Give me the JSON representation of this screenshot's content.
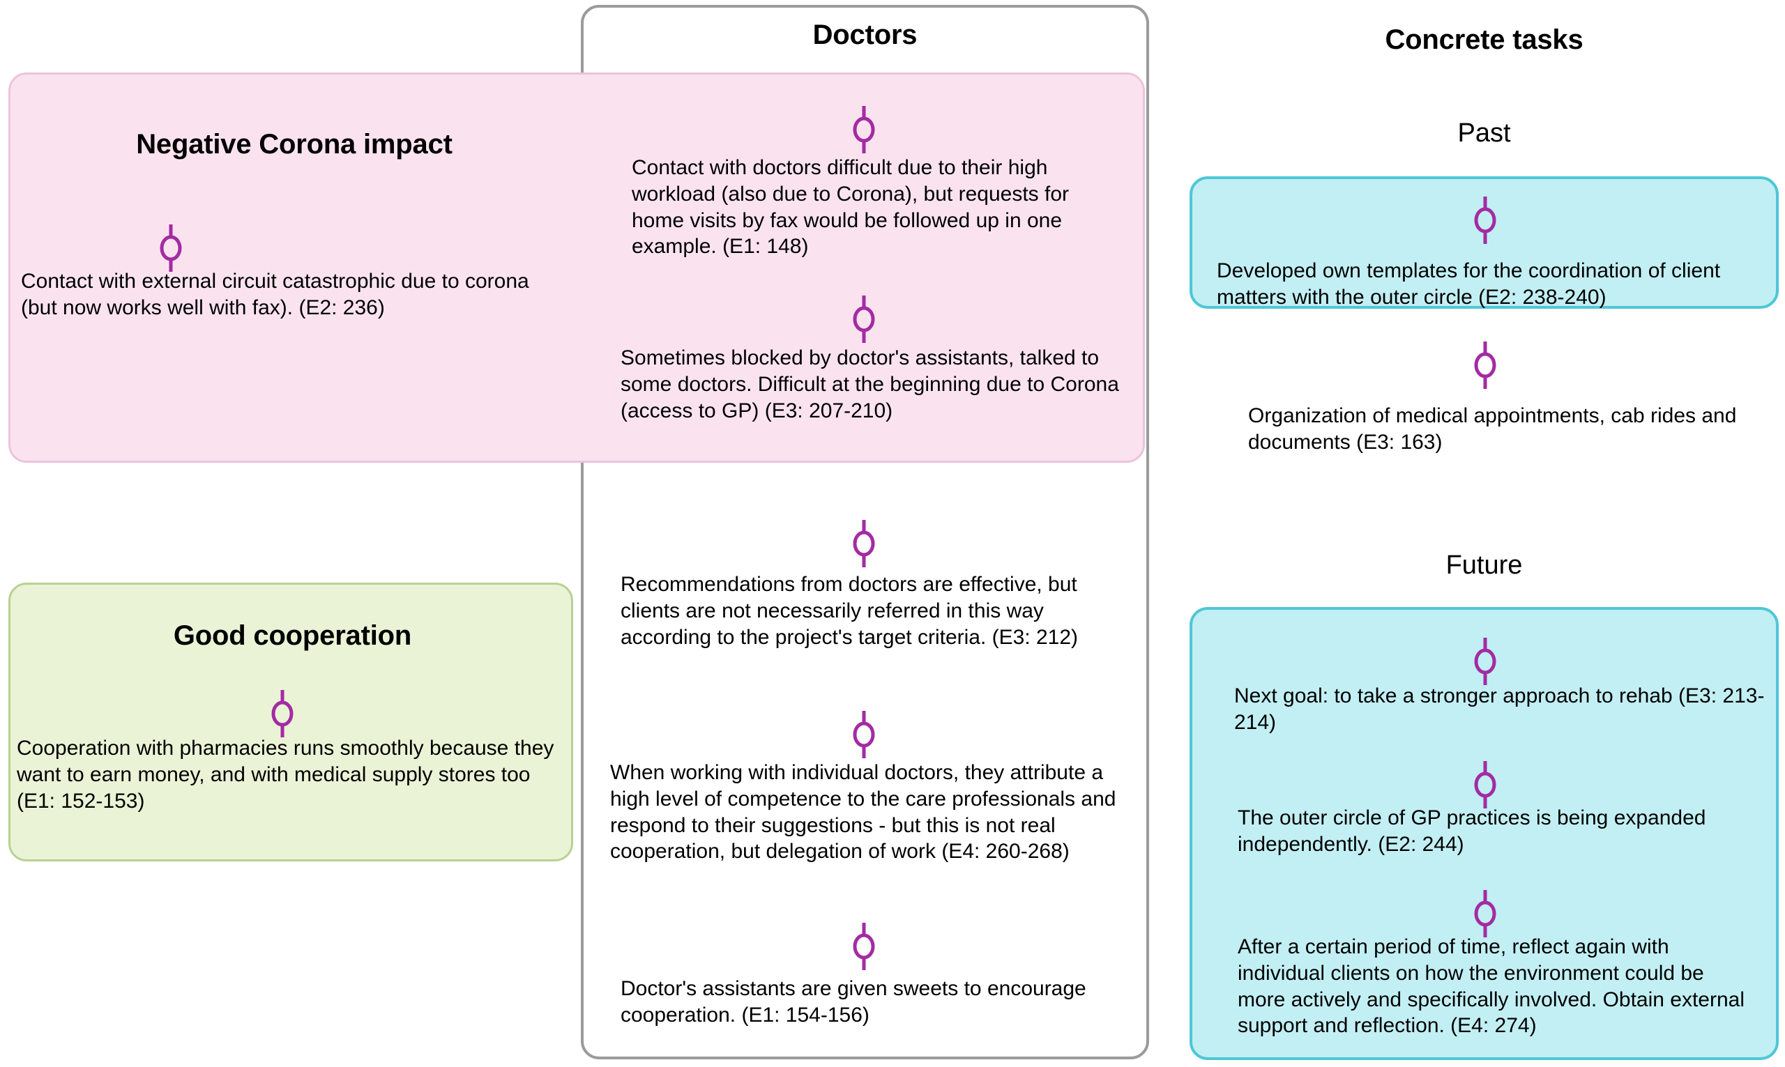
{
  "colors": {
    "pink_fill": "#fae3ef",
    "pink_border": "#ecc3dc",
    "green_fill": "#eaf3d6",
    "green_border": "#b7d191",
    "cyan_fill": "#c2eff4",
    "cyan_border": "#4ec7d6",
    "grey_border": "#9b9b9b",
    "node_purple": "#a32ba3",
    "text": "#000000",
    "background": "#ffffff"
  },
  "left_column": {
    "negative_corona": {
      "title": "Negative Corona impact",
      "statements": [
        "Contact with external circuit catastrophic due to corona (but now works well with fax). (E2: 236)"
      ]
    },
    "good_cooperation": {
      "title": "Good cooperation",
      "statements": [
        "Cooperation with pharmacies runs smoothly because they want to earn money, and with medical supply stores too (E1: 152-153)"
      ]
    }
  },
  "doctors": {
    "title": "Doctors",
    "statements": [
      "Contact with doctors difficult due to their high workload (also due to Corona), but requests for home visits by fax would be followed up in one example. (E1: 148)",
      "Sometimes blocked by doctor's assistants, talked to some doctors. Difficult at the beginning due to Corona (access to GP) (E3: 207-210)",
      "Recommendations from doctors are effective, but clients are not necessarily referred in this way according to the project's target criteria. (E3: 212)",
      "When working with individual doctors, they attribute a high level of competence to the care professionals and respond to their suggestions - but this is not real cooperation, but delegation of work (E4: 260-268)",
      "Doctor's assistants are given sweets to encourage cooperation. (E1: 154-156)"
    ]
  },
  "concrete_tasks": {
    "title": "Concrete tasks",
    "sections": [
      {
        "label": "Past",
        "statements": [
          "Developed own templates for the coordination of client matters with the outer circle (E2: 238-240)",
          "Organization of medical appointments, cab rides and documents (E3: 163)"
        ]
      },
      {
        "label": "Future",
        "statements": [
          "Next goal: to take a stronger approach to rehab (E3: 213-214)",
          "The outer circle of GP practices is being expanded independently. (E2: 244)",
          "After a certain period of time, reflect again with individual clients on how the environment could be more actively and specifically involved. Obtain external support and reflection. (E4: 274)"
        ]
      }
    ]
  },
  "icons": {
    "node_marker": "node-marker-icon"
  }
}
